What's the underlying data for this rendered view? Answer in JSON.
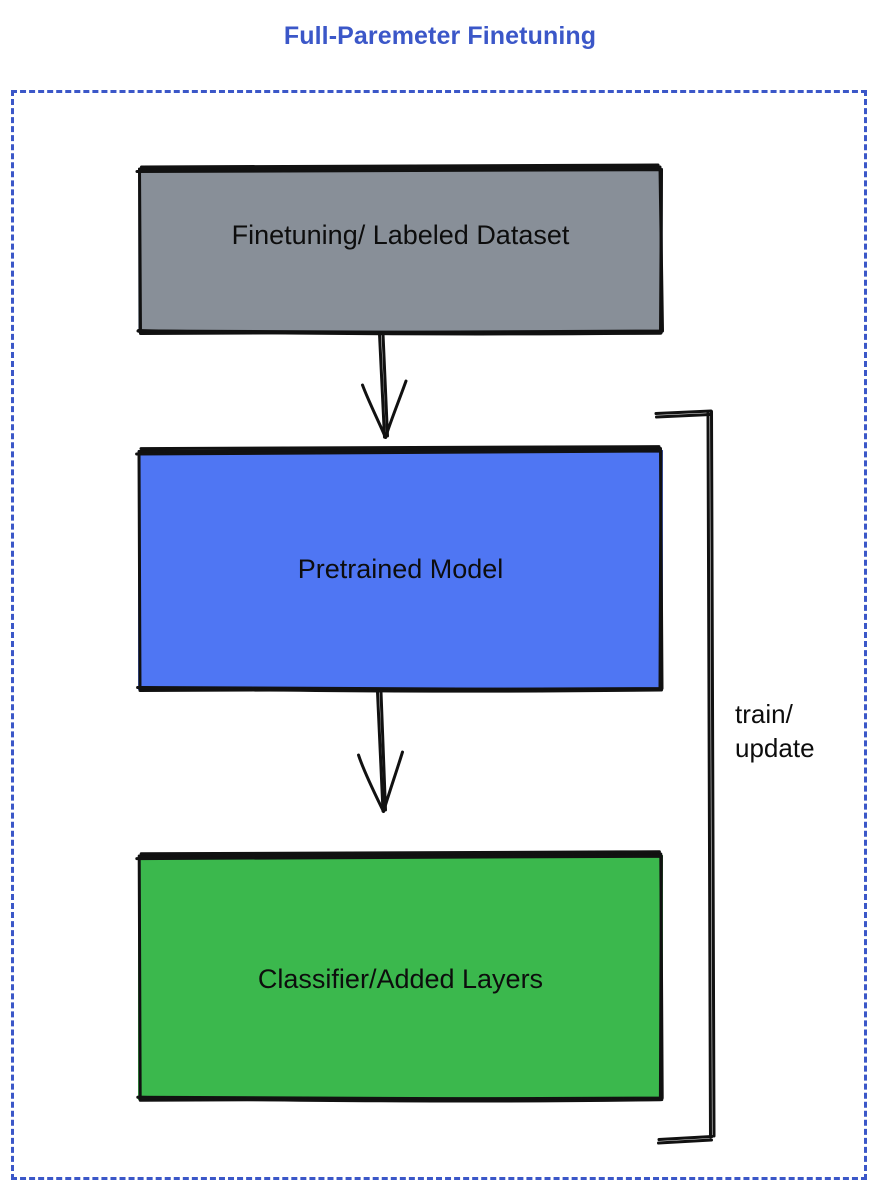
{
  "diagram": {
    "title": "Full-Paremeter Finetuning",
    "title_color": "#3b57c8",
    "frame": {
      "style": "dashed",
      "color": "#3b57c8"
    },
    "nodes": [
      {
        "id": "dataset",
        "label": "Finetuning/ Labeled Dataset",
        "fill": "#888f98",
        "stroke": "#111111",
        "shape": "rectangle"
      },
      {
        "id": "pretrained",
        "label": "Pretrained Model",
        "fill": "#4f76f3",
        "stroke": "#111111",
        "shape": "rectangle"
      },
      {
        "id": "classifier",
        "label": "Classifier/Added Layers",
        "fill": "#3bb84d",
        "stroke": "#111111",
        "shape": "rectangle"
      }
    ],
    "edges": [
      {
        "id": "dataset-to-pretrained",
        "from": "dataset",
        "to": "pretrained",
        "label": "",
        "arrow": "down"
      },
      {
        "id": "pretrained-to-classifier",
        "from": "pretrained",
        "to": "classifier",
        "label": "",
        "arrow": "down"
      },
      {
        "id": "feedback-loop",
        "from": "classifier",
        "to": "pretrained",
        "label_line1": "train/",
        "label_line2": "update",
        "arrow": "none"
      }
    ]
  }
}
